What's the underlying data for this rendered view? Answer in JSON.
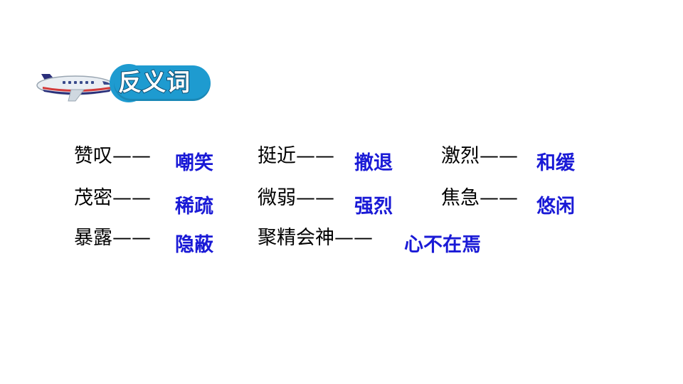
{
  "section": {
    "title": "反义词",
    "icon": "airplane-icon"
  },
  "pairs": [
    {
      "word": "赞叹——",
      "answer": "嘲笑"
    },
    {
      "word": "挺近——",
      "answer": "撤退"
    },
    {
      "word": "激烈——",
      "answer": "和缓"
    },
    {
      "word": "茂密——",
      "answer": "稀疏"
    },
    {
      "word": "微弱——",
      "answer": "强烈"
    },
    {
      "word": "焦急——",
      "answer": "悠闲"
    },
    {
      "word": "暴露——",
      "answer": "隐蔽"
    },
    {
      "word": "聚精会神——",
      "answer": "心不在焉"
    }
  ],
  "colors": {
    "answer": "#1a1ad6",
    "title_pill": "#1e9bd0",
    "word": "#000000"
  }
}
